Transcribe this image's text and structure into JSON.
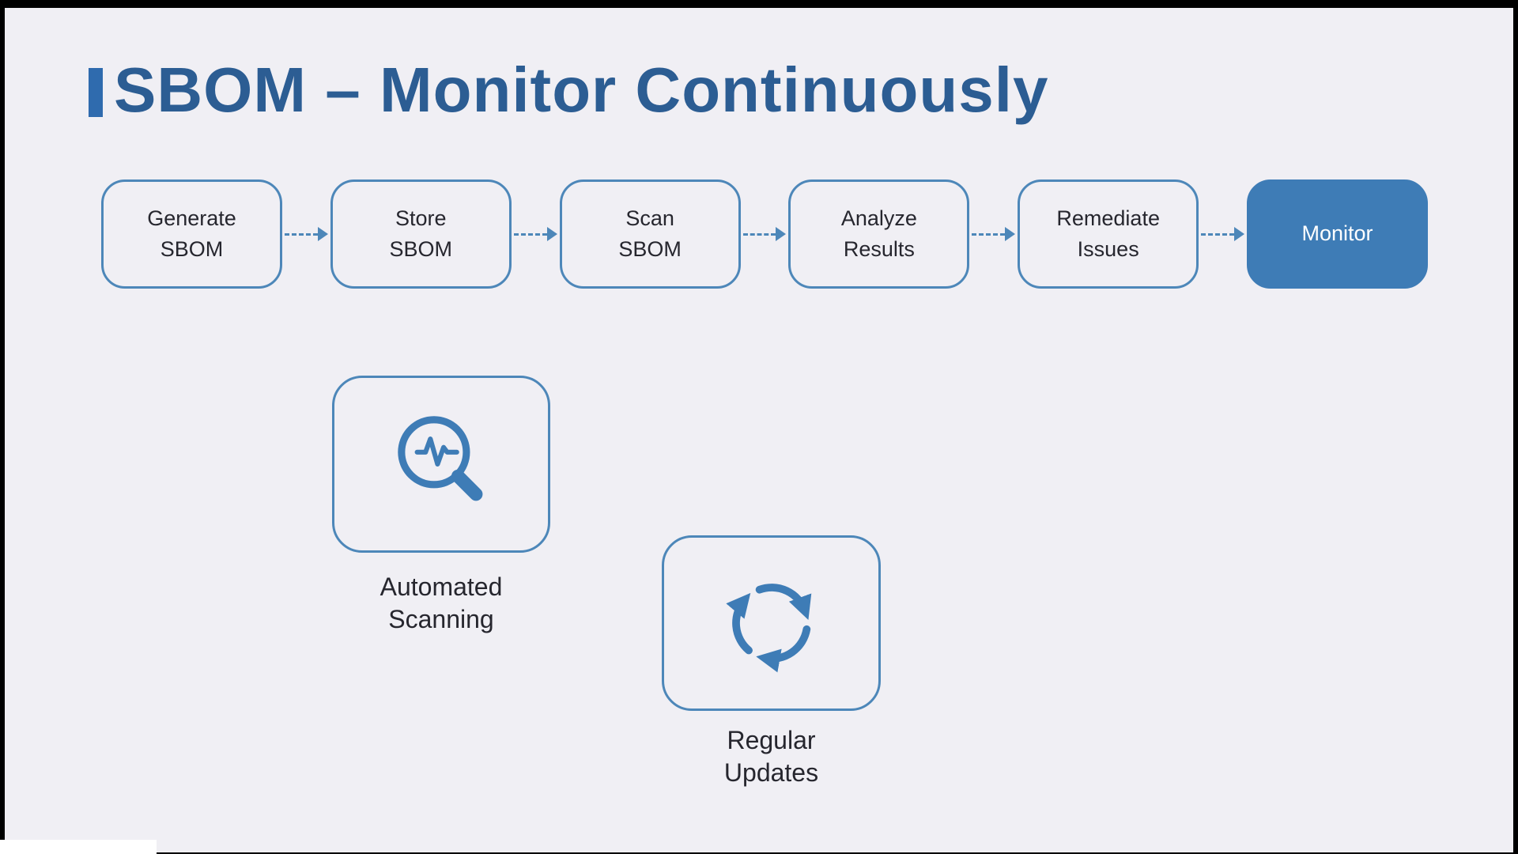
{
  "slide": {
    "title": "SBOM – Monitor Continuously"
  },
  "flow": {
    "steps": [
      {
        "label": "Generate\nSBOM",
        "active": false
      },
      {
        "label": "Store\nSBOM",
        "active": false
      },
      {
        "label": "Scan\nSBOM",
        "active": false
      },
      {
        "label": "Analyze\nResults",
        "active": false
      },
      {
        "label": "Remediate\nIssues",
        "active": false
      },
      {
        "label": "Monitor",
        "active": true
      }
    ],
    "active_step": "Monitor"
  },
  "features": [
    {
      "icon": "magnifier-pulse-icon",
      "label": "Automated\nScanning"
    },
    {
      "icon": "refresh-cycle-icon",
      "label": "Regular\nUpdates"
    }
  ],
  "colors": {
    "background": "#f0eff4",
    "title_text": "#2c5d93",
    "accent_bar": "#2f6bae",
    "box_border": "#4d87b9",
    "active_box_bg": "#3e7cb6",
    "active_box_text": "#ffffff",
    "body_text": "#26262e",
    "icon_blue": "#3e7cb6"
  }
}
